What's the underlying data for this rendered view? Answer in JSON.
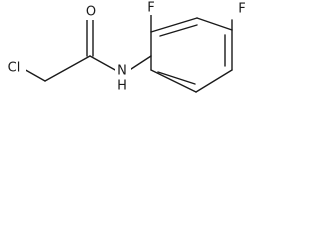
{
  "molecule": {
    "atoms": {
      "cl": "Cl",
      "o": "O",
      "nh": "H",
      "n": "N",
      "f_ortho": "F",
      "f_para": "F"
    },
    "colors": {
      "bond": "#1a1a1a",
      "label": "#1a1a1a",
      "background": "#ffffff"
    }
  }
}
